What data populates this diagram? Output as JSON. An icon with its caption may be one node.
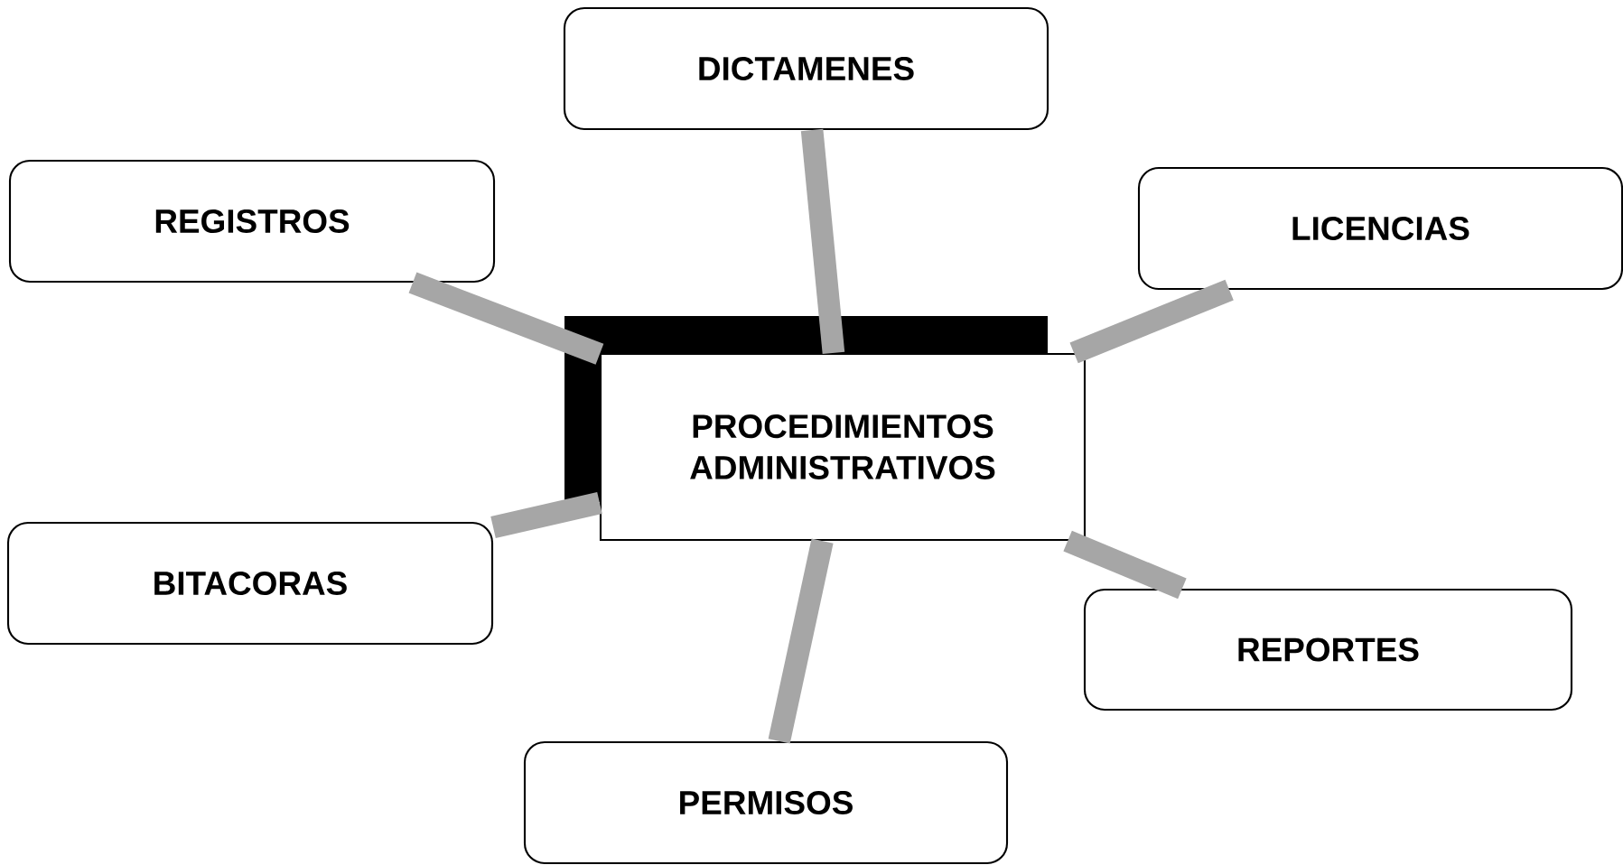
{
  "diagram": {
    "nodes": [
      {
        "text": [
          "DICTAMENES"
        ]
      },
      {
        "text": [
          "REGISTROS"
        ]
      },
      {
        "text": [
          "LICENCIAS"
        ]
      },
      {
        "text": [
          "PROCEDIMIENTOS ADMINISTRATIVOS"
        ]
      },
      {
        "text": [
          "BITACORAS"
        ]
      },
      {
        "text": [
          "REPORTES"
        ]
      },
      {
        "text": [
          "PERMISOS"
        ]
      }
    ],
    "edges": [
      {
        "from": 3,
        "to": 0,
        "arrow": "none"
      },
      {
        "from": 3,
        "to": 1,
        "arrow": "none"
      },
      {
        "from": 3,
        "to": 2,
        "arrow": "none"
      },
      {
        "from": 3,
        "to": 4,
        "arrow": "none"
      },
      {
        "from": 3,
        "to": 5,
        "arrow": "none"
      },
      {
        "from": 3,
        "to": 6,
        "arrow": "none"
      }
    ]
  }
}
